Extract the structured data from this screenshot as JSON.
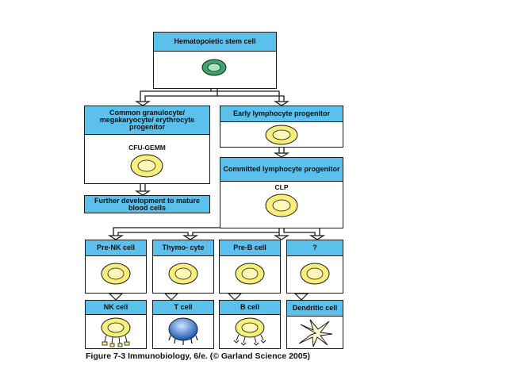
{
  "hsc": {
    "title": "Hematopoietic stem cell"
  },
  "cmp": {
    "title": "Common granulocyte/ megakaryocyte/ erythrocyte progenitor",
    "subtitle": "CFU-GEMM"
  },
  "further": {
    "title": "Further development to mature blood cells"
  },
  "elp": {
    "title": "Early lymphocyte progenitor"
  },
  "clp": {
    "title": "Committed lymphocyte progenitor",
    "subtitle": "CLP"
  },
  "pre": [
    {
      "title": "Pre-NK cell"
    },
    {
      "title": "Thymo- cyte"
    },
    {
      "title": "Pre-B cell"
    },
    {
      "title": "?"
    }
  ],
  "mature": [
    {
      "title": "NK cell"
    },
    {
      "title": "T cell"
    },
    {
      "title": "B cell"
    },
    {
      "title": "Dendritic cell"
    }
  ],
  "caption": "Figure 7-3 Immunobiology, 6/e. (© Garland Science 2005)",
  "colors": {
    "header": "#5bc0eb",
    "stem": "#4caf73",
    "cell": "#f7ef7a",
    "tcell": "#2a6fc9",
    "outline": "#1a1a1a"
  }
}
